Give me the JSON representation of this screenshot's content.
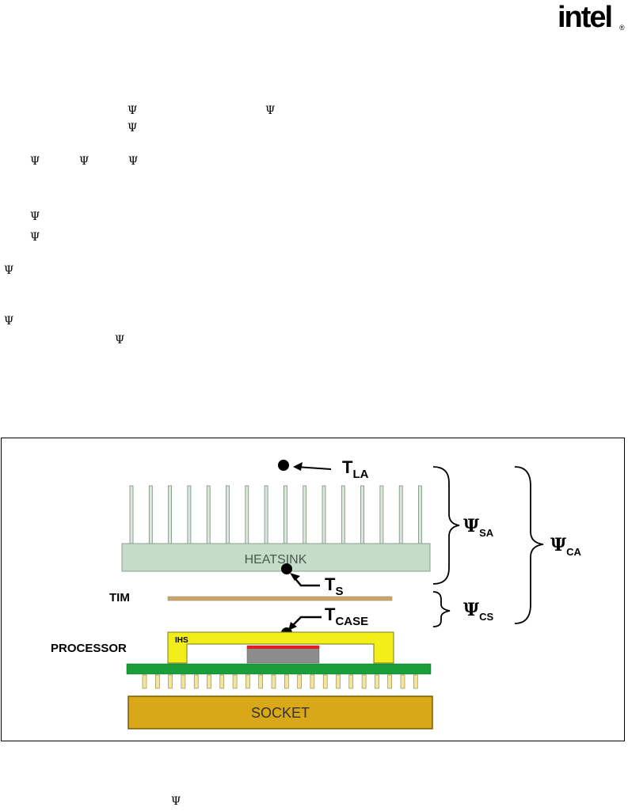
{
  "header": {
    "logo_text": "intel",
    "logo_mark": "®"
  },
  "body": {
    "psi_symbol": "Ψ"
  },
  "figure": {
    "labels": {
      "t_la_main": "T",
      "t_la_sub": "LA",
      "t_s_main": "T",
      "t_s_sub": "S",
      "t_case_main": "T",
      "t_case_sub": "CASE",
      "psi_sa_main": "Ψ",
      "psi_sa_sub": "SA",
      "psi_cs_main": "Ψ",
      "psi_cs_sub": "CS",
      "psi_ca_main": "Ψ",
      "psi_ca_sub": "CA",
      "heatsink": "HEATSINK",
      "tim": "TIM",
      "processor": "PROCESSOR",
      "ihs": "IHS",
      "socket": "SOCKET"
    },
    "colors": {
      "heatsink": "#c4dcc8",
      "fin": "#d8e8db",
      "tim": "#c8a870",
      "ihs": "#f2ee1a",
      "die": "#8c8c8c",
      "die_top": "#e02020",
      "substrate": "#1a9e3a",
      "pins": "#f0e6a0",
      "socket": "#d8a818"
    }
  }
}
